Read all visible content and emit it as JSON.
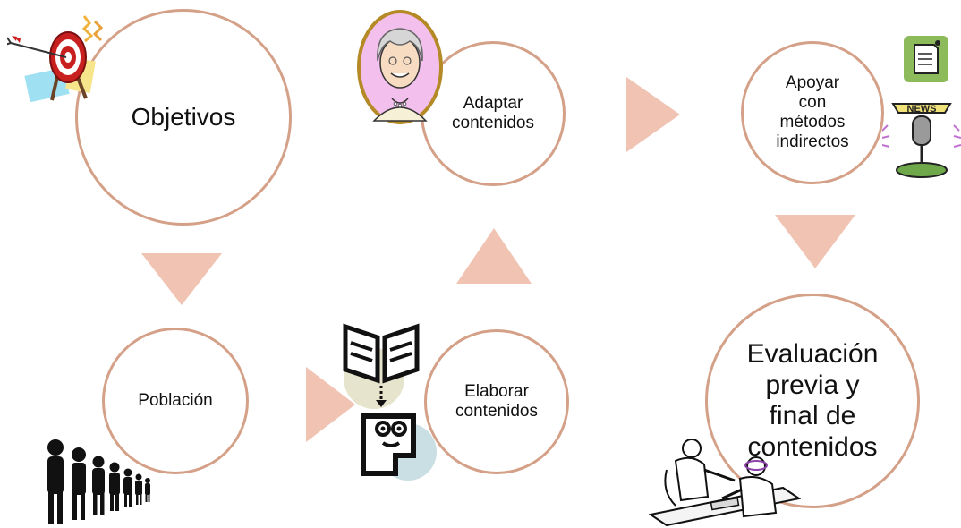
{
  "nodes": {
    "objetivos": "Objetivos",
    "poblacion": "Población",
    "elaborar": "Elaborar\ncontenidos",
    "adaptar": "Adaptar\ncontenidos",
    "apoyar": "Apoyar\ncon\nmétodos\nindirectos",
    "evaluacion": "Evaluación\nprevia y\nfinal de\ncontenidos"
  },
  "clipart": {
    "news_sign": "NEWS"
  },
  "colors": {
    "circle_border": "#d4a188",
    "arrow_fill": "#f0c3b3"
  }
}
